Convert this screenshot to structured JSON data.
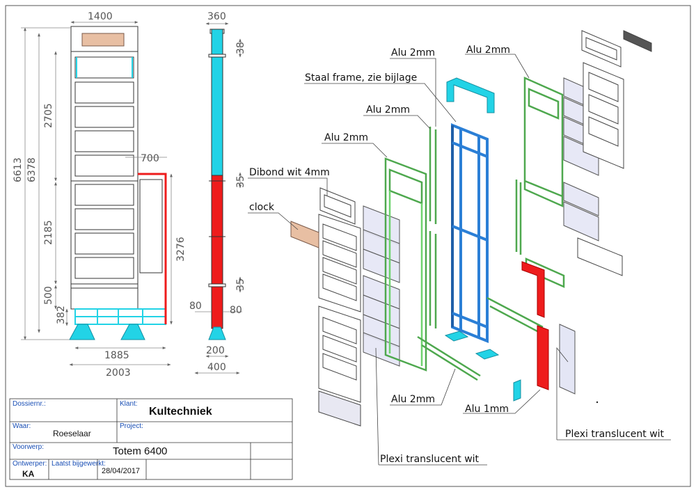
{
  "dimensions": {
    "front_width": "1400",
    "total_height": "6613",
    "height_6378": "6378",
    "height_2705": "2705",
    "height_2185": "2185",
    "height_500": "500",
    "height_382": "382",
    "side_width": "700",
    "side_height": "3276",
    "base_1885": "1885",
    "base_2003": "2003",
    "depth_360": "360",
    "d_38": "38",
    "d_35_top": "35",
    "d_35_bottom": "35",
    "d_80_left": "80",
    "d_80_right": "80",
    "d_200": "200",
    "d_400": "400"
  },
  "callouts": {
    "alu_2mm_top_center": "Alu 2mm",
    "alu_2mm_top_right": "Alu 2mm",
    "staal_frame": "Staal frame, zie bijlage",
    "alu_2mm_mid": "Alu 2mm",
    "alu_2mm_left": "Alu 2mm",
    "dibond": "Dibond wit 4mm",
    "clock": "clock",
    "alu_2mm_bottom": "Alu 2mm",
    "alu_1mm": "Alu 1mm",
    "plexi_right": "Plexi translucent wit",
    "plexi_bottom": "Plexi translucent wit"
  },
  "title_block": {
    "dossiernr_label": "Dossiernr.:",
    "klant_label": "Klant:",
    "klant_value": "Kultechniek",
    "waar_label": "Waar:",
    "waar_value": "Roeselaar",
    "project_label": "Project:",
    "voorwerp_label": "Voorwerp:",
    "voorwerp_value": "Totem 6400",
    "ontwerper_label": "Ontwerper:",
    "ontwerper_value": "KA",
    "laatst_label": "Laatst bijgewerkt:",
    "laatst_value": "28/04/2017"
  },
  "colors": {
    "cyan": "#22d3e6",
    "red": "#ee1c1c",
    "green": "#6ed36e",
    "blue_frame": "#2b7fd6",
    "plexi": "#e4e6f5",
    "clock_panel": "#e8bfa3",
    "border": "#333333"
  }
}
